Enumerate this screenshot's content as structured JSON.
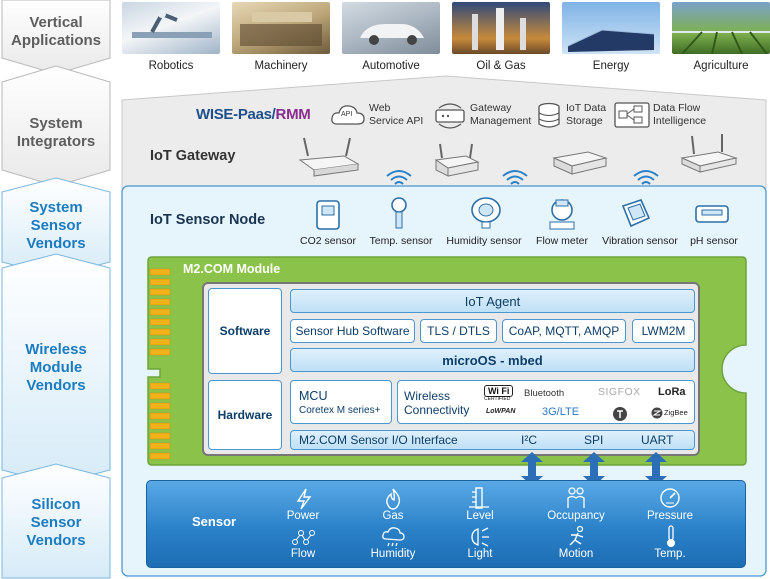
{
  "layers": {
    "vertical_applications": "Vertical\nApplications",
    "system_integrators": "System\nIntegrators",
    "system_sensor_vendors": "System\nSensor\nVendors",
    "wireless_module_vendors": "Wireless\nModule\nVendors",
    "silicon_sensor_vendors": "Silicon\nSensor\nVendors"
  },
  "applications": [
    "Robotics",
    "Machinery",
    "Automotive",
    "Oil & Gas",
    "Energy",
    "Agriculture"
  ],
  "gateway": {
    "brand_a": "WISE-Paas/",
    "brand_b": "RMM",
    "services": [
      {
        "name": "Web\nService API",
        "icon": "cloud-api-icon",
        "icon_text": "API"
      },
      {
        "name": "Gateway\nManagement",
        "icon": "gateway-sync-icon"
      },
      {
        "name": "IoT Data\nStorage",
        "icon": "database-icon"
      },
      {
        "name": "Data Flow\nIntelligence",
        "icon": "data-flow-icon"
      }
    ],
    "title": "IoT Gateway"
  },
  "sensor_node": {
    "title": "IoT Sensor Node",
    "sensors": [
      "CO2 sensor",
      "Temp. sensor",
      "Humidity sensor",
      "Flow meter",
      "Vibration sensor",
      "pH sensor"
    ]
  },
  "module": {
    "title": "M2.COM Module",
    "software_label": "Software",
    "hardware_label": "Hardware",
    "iot_agent": "IoT Agent",
    "sw_items": [
      "Sensor Hub Software",
      "TLS / DTLS",
      "CoAP, MQTT, AMQP",
      "LWM2M"
    ],
    "microos": "microOS - mbed",
    "mcu_title": "MCU",
    "mcu_sub": "Coretex M series+",
    "wireless_title": "Wireless\nConnectivity",
    "wireless_logos": [
      "Wi Fi",
      "CERTIFIED",
      "Bluetooth",
      "SIGFOX",
      "LoRa",
      "LoWPAN",
      "3G/LTE",
      "ZigBee"
    ],
    "io_interface": "M2.COM Sensor I/O Interface",
    "buses": [
      "I²C",
      "SPI",
      "UART"
    ]
  },
  "sensor_layer": {
    "title": "Sensor",
    "items_top": [
      "Power",
      "Gas",
      "Level",
      "Occupancy",
      "Pressure"
    ],
    "items_bottom": [
      "Flow",
      "Humidity",
      "Light",
      "Motion",
      "Temp."
    ]
  },
  "colors": {
    "wise_blue": "#1f4f8a",
    "rmm_purple": "#8a2c8f",
    "module_green": "#8bc34a",
    "sensor_blue": "#2b82c9",
    "node_blue": "#e4f3fc"
  }
}
